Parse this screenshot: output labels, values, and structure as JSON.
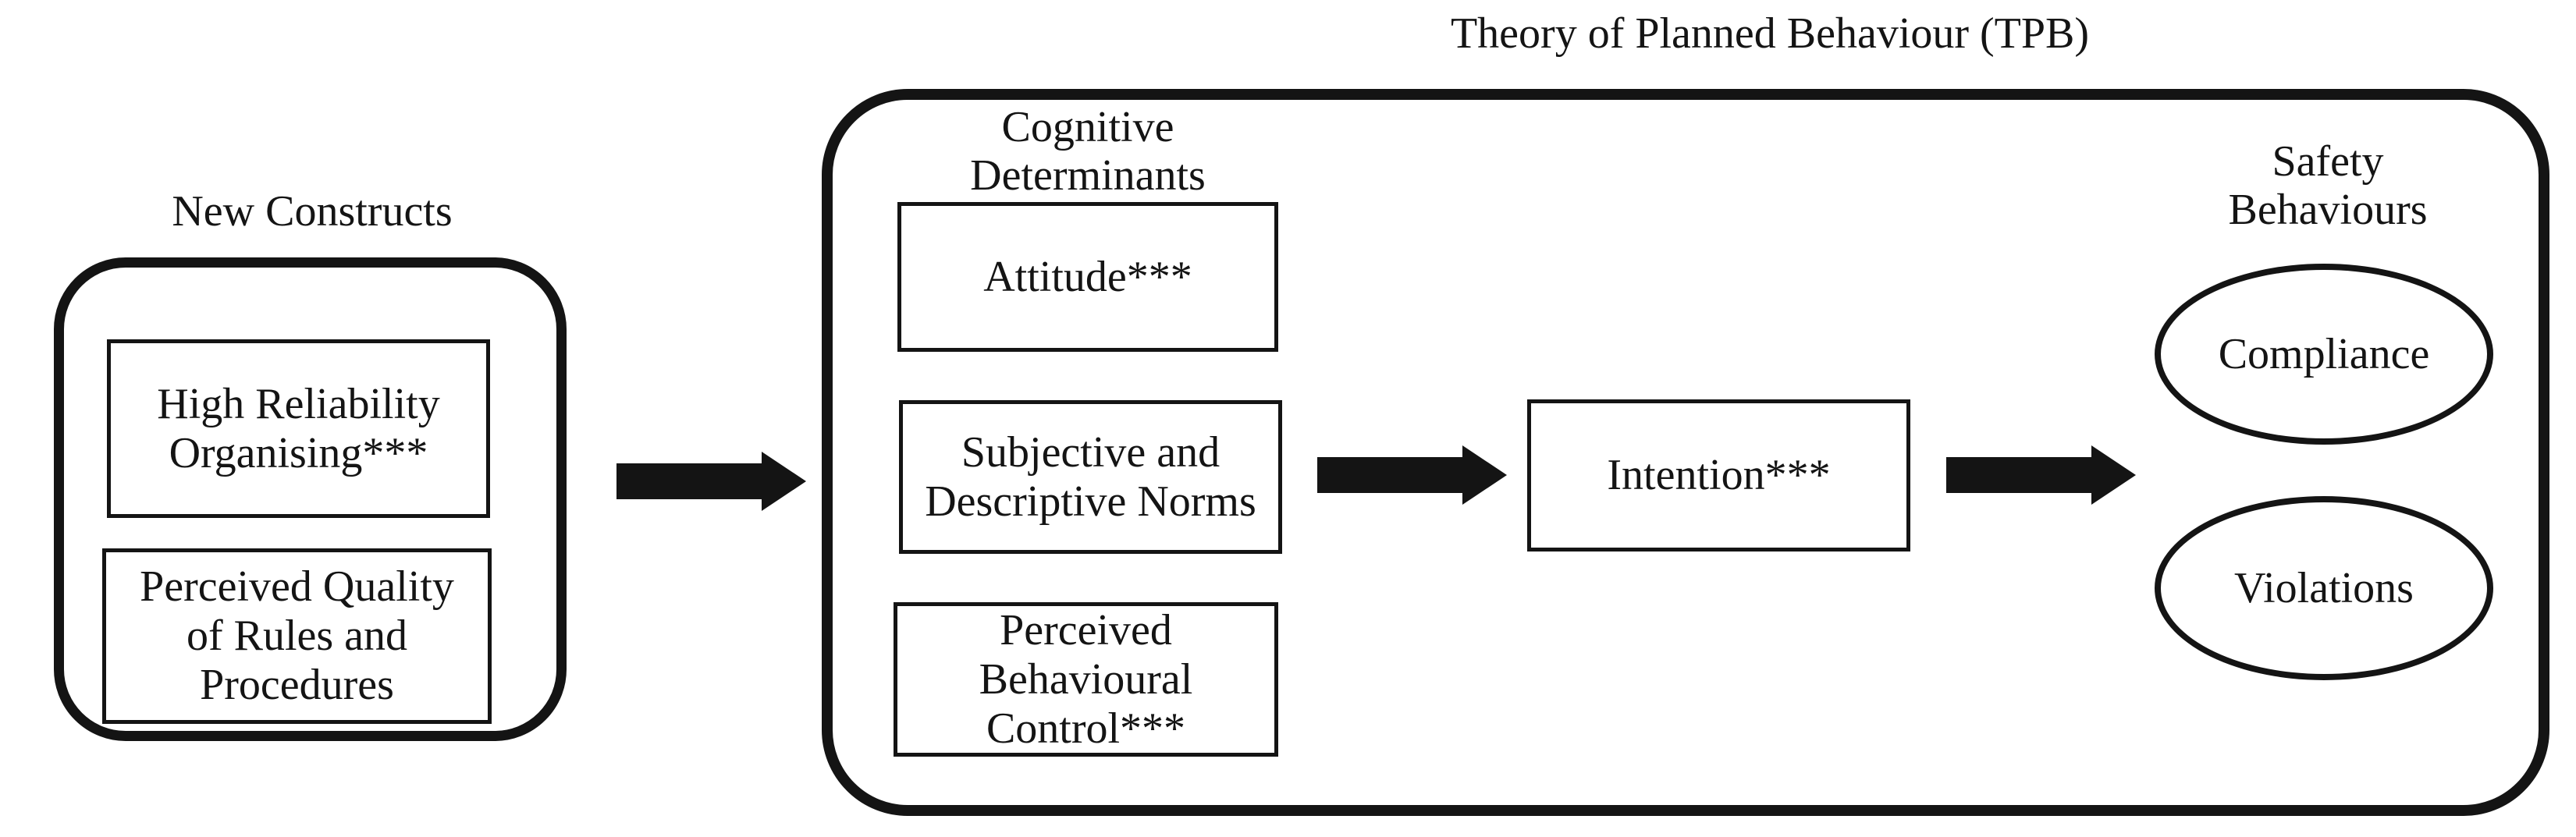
{
  "colors": {
    "ink": "#141414",
    "background": "#ffffff"
  },
  "diagram": {
    "title": "Theory of Planned Behaviour (TPB)",
    "new_constructs": {
      "label": "New Constructs",
      "boxes": [
        {
          "label": "High Reliability\nOrganising***"
        },
        {
          "label": "Perceived Quality\nof Rules and\nProcedures"
        }
      ]
    },
    "tpb": {
      "cognitive_determinants": {
        "label": "Cognitive\nDeterminants",
        "boxes": [
          {
            "label": "Attitude***"
          },
          {
            "label": "Subjective and\nDescriptive Norms"
          },
          {
            "label": "Perceived\nBehavioural\nControl***"
          }
        ]
      },
      "intention": {
        "label": "Intention***"
      },
      "safety_behaviours": {
        "label": "Safety Behaviours",
        "ellipses": [
          {
            "label": "Compliance"
          },
          {
            "label": "Violations"
          }
        ]
      }
    }
  }
}
